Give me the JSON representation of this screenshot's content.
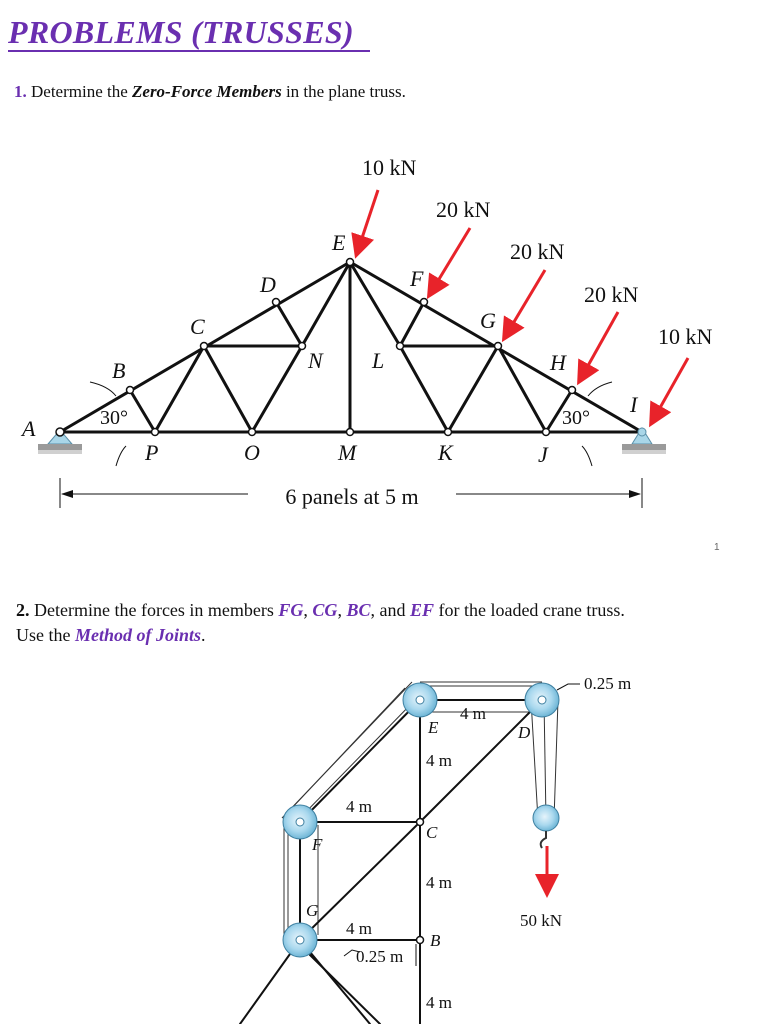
{
  "title": "PROBLEMS (TRUSSES)",
  "problem1": {
    "number": "1.",
    "text_before": " Determine the ",
    "emphasis": "Zero-Force Members",
    "text_after": " in the plane truss."
  },
  "truss1": {
    "joints": {
      "A": "A",
      "B": "B",
      "C": "C",
      "D": "D",
      "E": "E",
      "F": "F",
      "G": "G",
      "H": "H",
      "I": "I",
      "J": "J",
      "K": "K",
      "L": "L",
      "M": "M",
      "N": "N",
      "O": "O",
      "P": "P"
    },
    "loads": {
      "E": "10 kN",
      "F": "20 kN",
      "G": "20 kN",
      "H": "20 kN",
      "I": "10 kN"
    },
    "angle_left": "30°",
    "angle_right": "30°",
    "span": "6 panels at 5 m"
  },
  "page_number": "1",
  "problem2": {
    "number": "2.",
    "line1_before": " Determine the forces in members ",
    "m1": "FG",
    "sep1": ", ",
    "m2": "CG",
    "sep2": ", ",
    "m3": "BC",
    "sep3": ", and ",
    "m4": "EF",
    "line1_after": " for the loaded crane truss.",
    "line2_before": "Use the ",
    "method": "Method of Joints",
    "line2_after": "."
  },
  "crane": {
    "labels": {
      "E": "E",
      "D": "D",
      "C": "C",
      "F": "F",
      "G": "G",
      "B": "B"
    },
    "dims": {
      "top_pulley_radius": "0.25 m",
      "ED": "4 m",
      "E_C": "4 m",
      "F_C": "4 m",
      "C_B": "4 m",
      "G_B": "4 m",
      "lower_pulley_radius": "0.25 m",
      "below_B": "4 m"
    },
    "load": "50 kN"
  },
  "colors": {
    "accent": "#6a2fb0",
    "load_arrow": "#e8232a",
    "support": "#a9d6e8",
    "pulley": "#9fd0ea"
  }
}
